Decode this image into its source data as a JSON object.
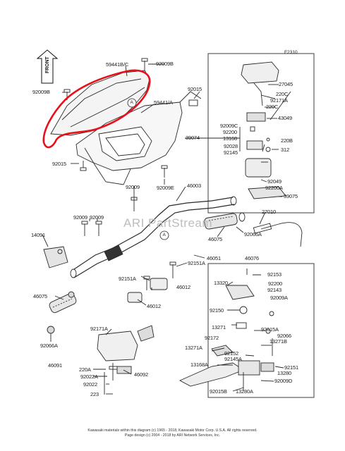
{
  "figure_id": "F2310",
  "front_label": "FRONT",
  "watermark": "ARI PartStream",
  "labels": {
    "p59441bc": "59441B/C",
    "p92009b_top": "92009B",
    "p92009b_left": "92009B",
    "p59441a": "59441/A",
    "p92015_right": "92015",
    "p92015_left": "92015",
    "p92009_mid": "92009",
    "p92009e": "92009E",
    "p46003": "46003",
    "p27045": "27045",
    "p220c_1": "220C",
    "p92171a_top": "92171A",
    "p220c_2": "220C",
    "p43049": "43049",
    "p39074": "39074",
    "p92009c": "92009C",
    "p92200_top": "92200",
    "p13168_top": "13168",
    "p220b": "220B",
    "p92028": "92028",
    "p312": "312",
    "p92145_top": "92145",
    "p92049": "92049",
    "p92200a_top": "92200A",
    "p39075": "39075",
    "p27010": "27010",
    "p92009_l1": "92009",
    "p92009_l2": "92009",
    "p14091": "14091",
    "p46075_right": "46075",
    "p92066a_right": "92066A",
    "p46076": "46076",
    "p46051": "46051",
    "p92151a_right": "92151A",
    "p92151a_mid": "92151A",
    "p46012_a": "46012",
    "p46012_b": "46012",
    "p46075_left": "46075",
    "p92066a_left": "92066A",
    "p92153": "92153",
    "p13320": "13320",
    "p92200_mid": "92200",
    "p92143": "92143",
    "p92009a": "92009A",
    "p92150": "92150",
    "p13271_a": "13271",
    "p92015a": "92015A",
    "p92066": "92066",
    "p13271b": "13271B",
    "p92172": "92172",
    "p13271a": "13271A",
    "p92152": "92152",
    "p92145a": "92145A",
    "p13168a": "13168A",
    "p92151": "92151",
    "p13280": "13280",
    "p92009d": "92009D",
    "p92015b": "92015B",
    "p13280a": "13280A",
    "p92171a_bot": "92171A",
    "p46091": "46091",
    "p220a": "220A",
    "p92022a": "92022A",
    "p92022": "92022",
    "p46092": "46092",
    "p223": "223",
    "callout_a_1": "A",
    "callout_a_2": "A"
  },
  "footer": {
    "line1": "Kawasaki materials within this diagram (c) 1965 - 2018, Kawasaki Motor Corp. U.S.A.  All rights reserved.",
    "line2": "Page design (c) 2004 - 2018 by ARI Network Services, Inc."
  },
  "colors": {
    "highlight": "#e8101a",
    "line": "#222222"
  }
}
